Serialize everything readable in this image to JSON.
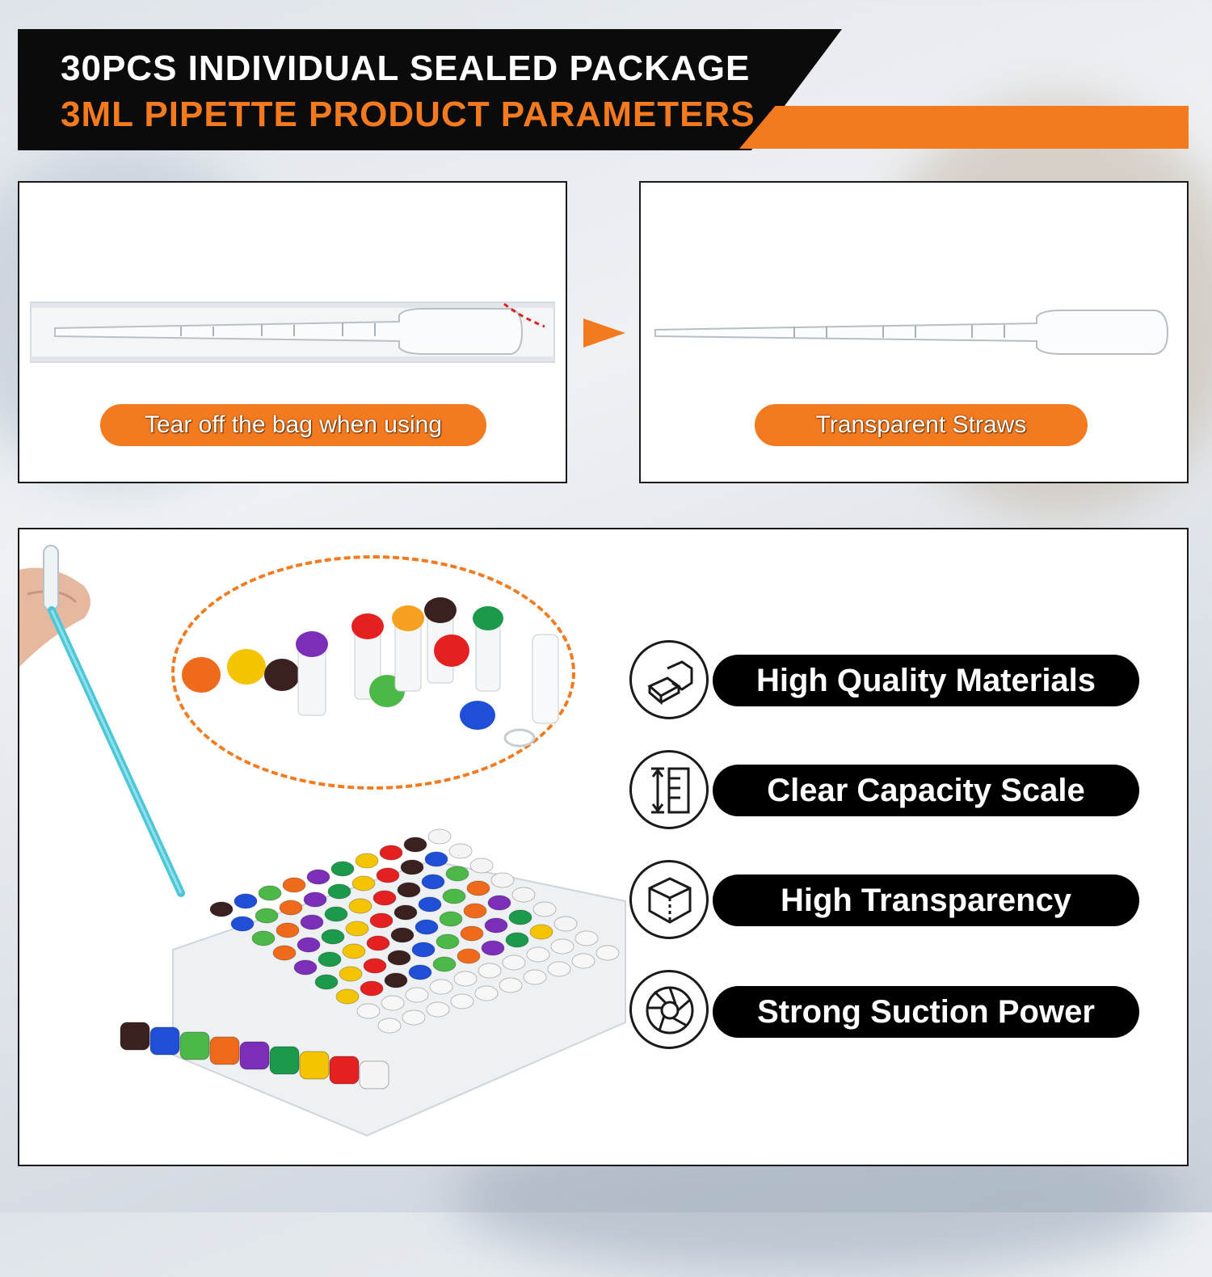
{
  "header": {
    "line1": "30PCS INDIVIDUAL SEALED PACKAGE",
    "line2": "3ML PIPETTE PRODUCT PARAMETERS"
  },
  "panels": {
    "left_label": "Tear off the bag when using",
    "right_label": "Transparent Straws"
  },
  "features": [
    {
      "label": "High Quality Materials",
      "icon": "quality-materials-icon"
    },
    {
      "label": "Clear Capacity Scale",
      "icon": "capacity-scale-icon"
    },
    {
      "label": "High Transparency",
      "icon": "transparency-cube-icon"
    },
    {
      "label": "Strong Suction Power",
      "icon": "suction-aperture-icon"
    }
  ],
  "colors": {
    "accent": "#f47a1f",
    "black": "#000000",
    "white": "#ffffff"
  },
  "cap_colors": [
    "#3b2020",
    "#1e4fd6",
    "#4cb848",
    "#f06a1c",
    "#7b2fb8",
    "#1a9a4a",
    "#f5c400",
    "#e52020",
    "#f4f4f4"
  ]
}
